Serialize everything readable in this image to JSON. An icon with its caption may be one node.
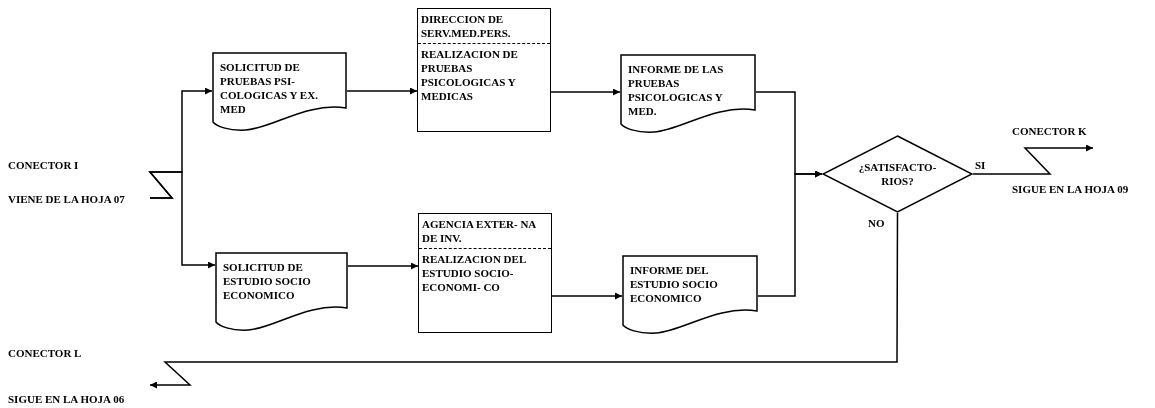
{
  "diagram": {
    "nodes": [
      {
        "text": [
          "CONECTOR I",
          "VIENE DE LA HOJA 07"
        ]
      },
      {
        "text": [
          "SOLICITUD DE PRUEBAS PSI- COLOGICAS Y EX. MED"
        ]
      },
      {
        "text": [
          "DIRECCION DE SERV.MED.PERS.",
          "REALIZACION DE PRUEBAS PSICOLOGICAS Y MEDICAS"
        ]
      },
      {
        "text": [
          "INFORME DE LAS PRUEBAS PSICOLOGICAS Y MED."
        ]
      },
      {
        "text": [
          "SOLICITUD DE ESTUDIO SOCIO ECONOMICO"
        ]
      },
      {
        "text": [
          "AGENCIA EXTER- NA DE INV.",
          "REALIZACION DEL ESTUDIO SOCIO-ECONOMI- CO"
        ]
      },
      {
        "text": [
          "INFORME DEL ESTUDIO SOCIO ECONOMICO"
        ]
      },
      {
        "text": [
          "¿SATISFACTO- RIOS?"
        ]
      },
      {
        "text": [
          "CONECTOR K",
          "SIGUE EN LA HOJA 09"
        ]
      },
      {
        "text": [
          "CONECTOR L",
          "SIGUE EN LA HOJA 06"
        ]
      }
    ],
    "edges": [
      {
        "from": 0,
        "to": 1,
        "arrow": "to"
      },
      {
        "from": 0,
        "to": 4,
        "arrow": "to"
      },
      {
        "from": 1,
        "to": 2,
        "arrow": "to"
      },
      {
        "from": 2,
        "to": 3,
        "arrow": "to"
      },
      {
        "from": 4,
        "to": 5,
        "arrow": "to"
      },
      {
        "from": 5,
        "to": 6,
        "arrow": "to"
      },
      {
        "from": 3,
        "to": 7,
        "arrow": "to"
      },
      {
        "from": 6,
        "to": 7,
        "arrow": "to"
      },
      {
        "from": 7,
        "to": 8,
        "label": "SI",
        "arrow": "to"
      },
      {
        "from": 7,
        "to": 9,
        "label": "NO",
        "arrow": "to"
      }
    ]
  }
}
